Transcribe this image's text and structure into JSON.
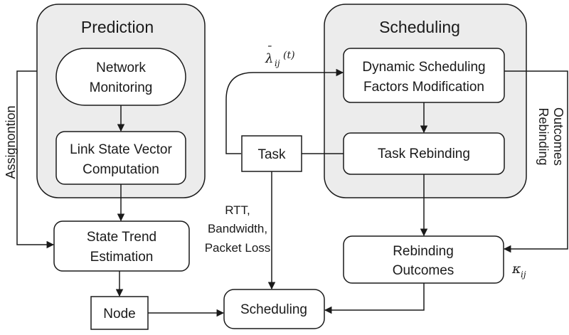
{
  "prediction": {
    "title": "Prediction",
    "network_monitoring": [
      "Network",
      "Monitoring"
    ],
    "link_state_vector": [
      "Link State Vector",
      "Computation"
    ]
  },
  "scheduling_group": {
    "title": "Scheduling",
    "dynamic_factors": [
      "Dynamic Scheduling",
      "Factors Modification"
    ],
    "task_rebinding": "Task Rebinding"
  },
  "state_trend": [
    "State Trend",
    "Estimation"
  ],
  "task": "Task",
  "node": "Node",
  "scheduling_box": "Scheduling",
  "rebinding_outcomes_box": [
    "Rebinding",
    "Outcomes"
  ],
  "labels": {
    "assignment": "Assignontion",
    "lambda_base": "λ",
    "lambda_bar": "¯",
    "lambda_sub": "ij",
    "lambda_arg": "(t)",
    "rtt_lines": [
      "RTT,",
      "Bandwidth,",
      "Packet Loss"
    ],
    "rebinding_side": [
      "Rebinding",
      "Outcomes"
    ],
    "kappa_base": "κ",
    "kappa_sub": "ij"
  }
}
